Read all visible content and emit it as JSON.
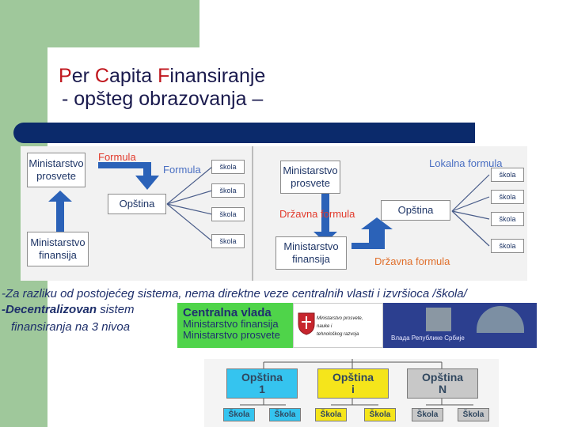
{
  "title": {
    "line1_p": "P",
    "line1_rest_a": "er ",
    "line1_c": "C",
    "line1_rest_b": "apita ",
    "line1_f": "F",
    "line1_rest_c": "inansiranje",
    "line2": "- opšteg obrazovanja –"
  },
  "left_diagram": {
    "ministarstvo_prosvete": "Ministarstvo prosvete",
    "formula_red": "Formula",
    "formula_blue": "Formula",
    "opstina": "Opština",
    "ministarstvo_finansija": "Ministarstvo finansija",
    "skole": [
      "škola",
      "škola",
      "škola",
      "škola"
    ]
  },
  "right_diagram": {
    "ministarstvo_prosvete": "Ministarstvo prosvete",
    "lokalna_formula": "Lokalna formula",
    "drzavna_formula": "Državna formula",
    "opstina": "Opština",
    "ministarstvo_finansija": "Ministarstvo finansija",
    "drzavna_formula_2": "Državna formula",
    "skole": [
      "škola",
      "škola",
      "škola",
      "škola"
    ]
  },
  "notes": {
    "line1": "-Za razliku od postojećeg sistema, nema direktne veze centralnih vlasti i izvršioca /škola/",
    "line2_bold": "-Decentralizovan",
    "line2_rest": " sistem",
    "line3": "finansiranja na 3 nivoa"
  },
  "banner": {
    "line1": "Centralna vlada",
    "line2": "Ministarstvo finansija",
    "line3": "Ministarstvo prosvete",
    "logo_text_1": "Ministarstvo prosvete,",
    "logo_text_2": "nauke i",
    "logo_text_3": "tehnološkog razvoja",
    "gov_text": "Влада Републике Србије"
  },
  "org": {
    "opstine": [
      {
        "name": "Opština",
        "id": "1",
        "color": "#35c4ef"
      },
      {
        "name": "Opština",
        "id": "i",
        "color": "#f5e51b"
      },
      {
        "name": "Opština",
        "id": "N",
        "color": "#c8c8c8"
      }
    ],
    "skole": [
      "Škola",
      "Škola",
      "Škola",
      "Škola",
      "Škola",
      "Škola"
    ],
    "skole_colors": [
      "#35c4ef",
      "#35c4ef",
      "#f5e51b",
      "#f5e51b",
      "#c8c8c8",
      "#c8c8c8"
    ]
  }
}
